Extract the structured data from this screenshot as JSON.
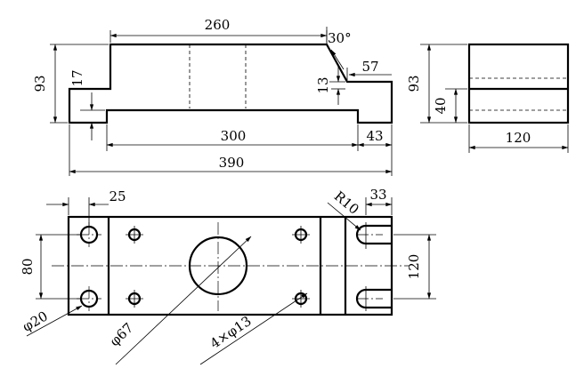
{
  "drawing": {
    "front_view": {
      "dim_overall_top_length": "260",
      "dim_chamfer_angle": "30°",
      "dim_overall_height": "93",
      "dim_slot_depth": "17",
      "dim_step_height": "13",
      "dim_step_length": "57",
      "dim_base_slot_length": "300",
      "dim_base_foot_length": "43",
      "dim_total_length": "390"
    },
    "side_view": {
      "dim_height": "93",
      "dim_lower_height": "40",
      "dim_width": "120"
    },
    "top_view": {
      "dim_edge_offset": "25",
      "dim_slot_radius": "R10",
      "dim_slot_length": "33",
      "dim_hole_spacing": "80",
      "dim_width": "120",
      "dim_corner_hole_dia": "φ20",
      "dim_center_hole_dia": "φ67",
      "dim_small_holes": "4×φ13"
    }
  }
}
